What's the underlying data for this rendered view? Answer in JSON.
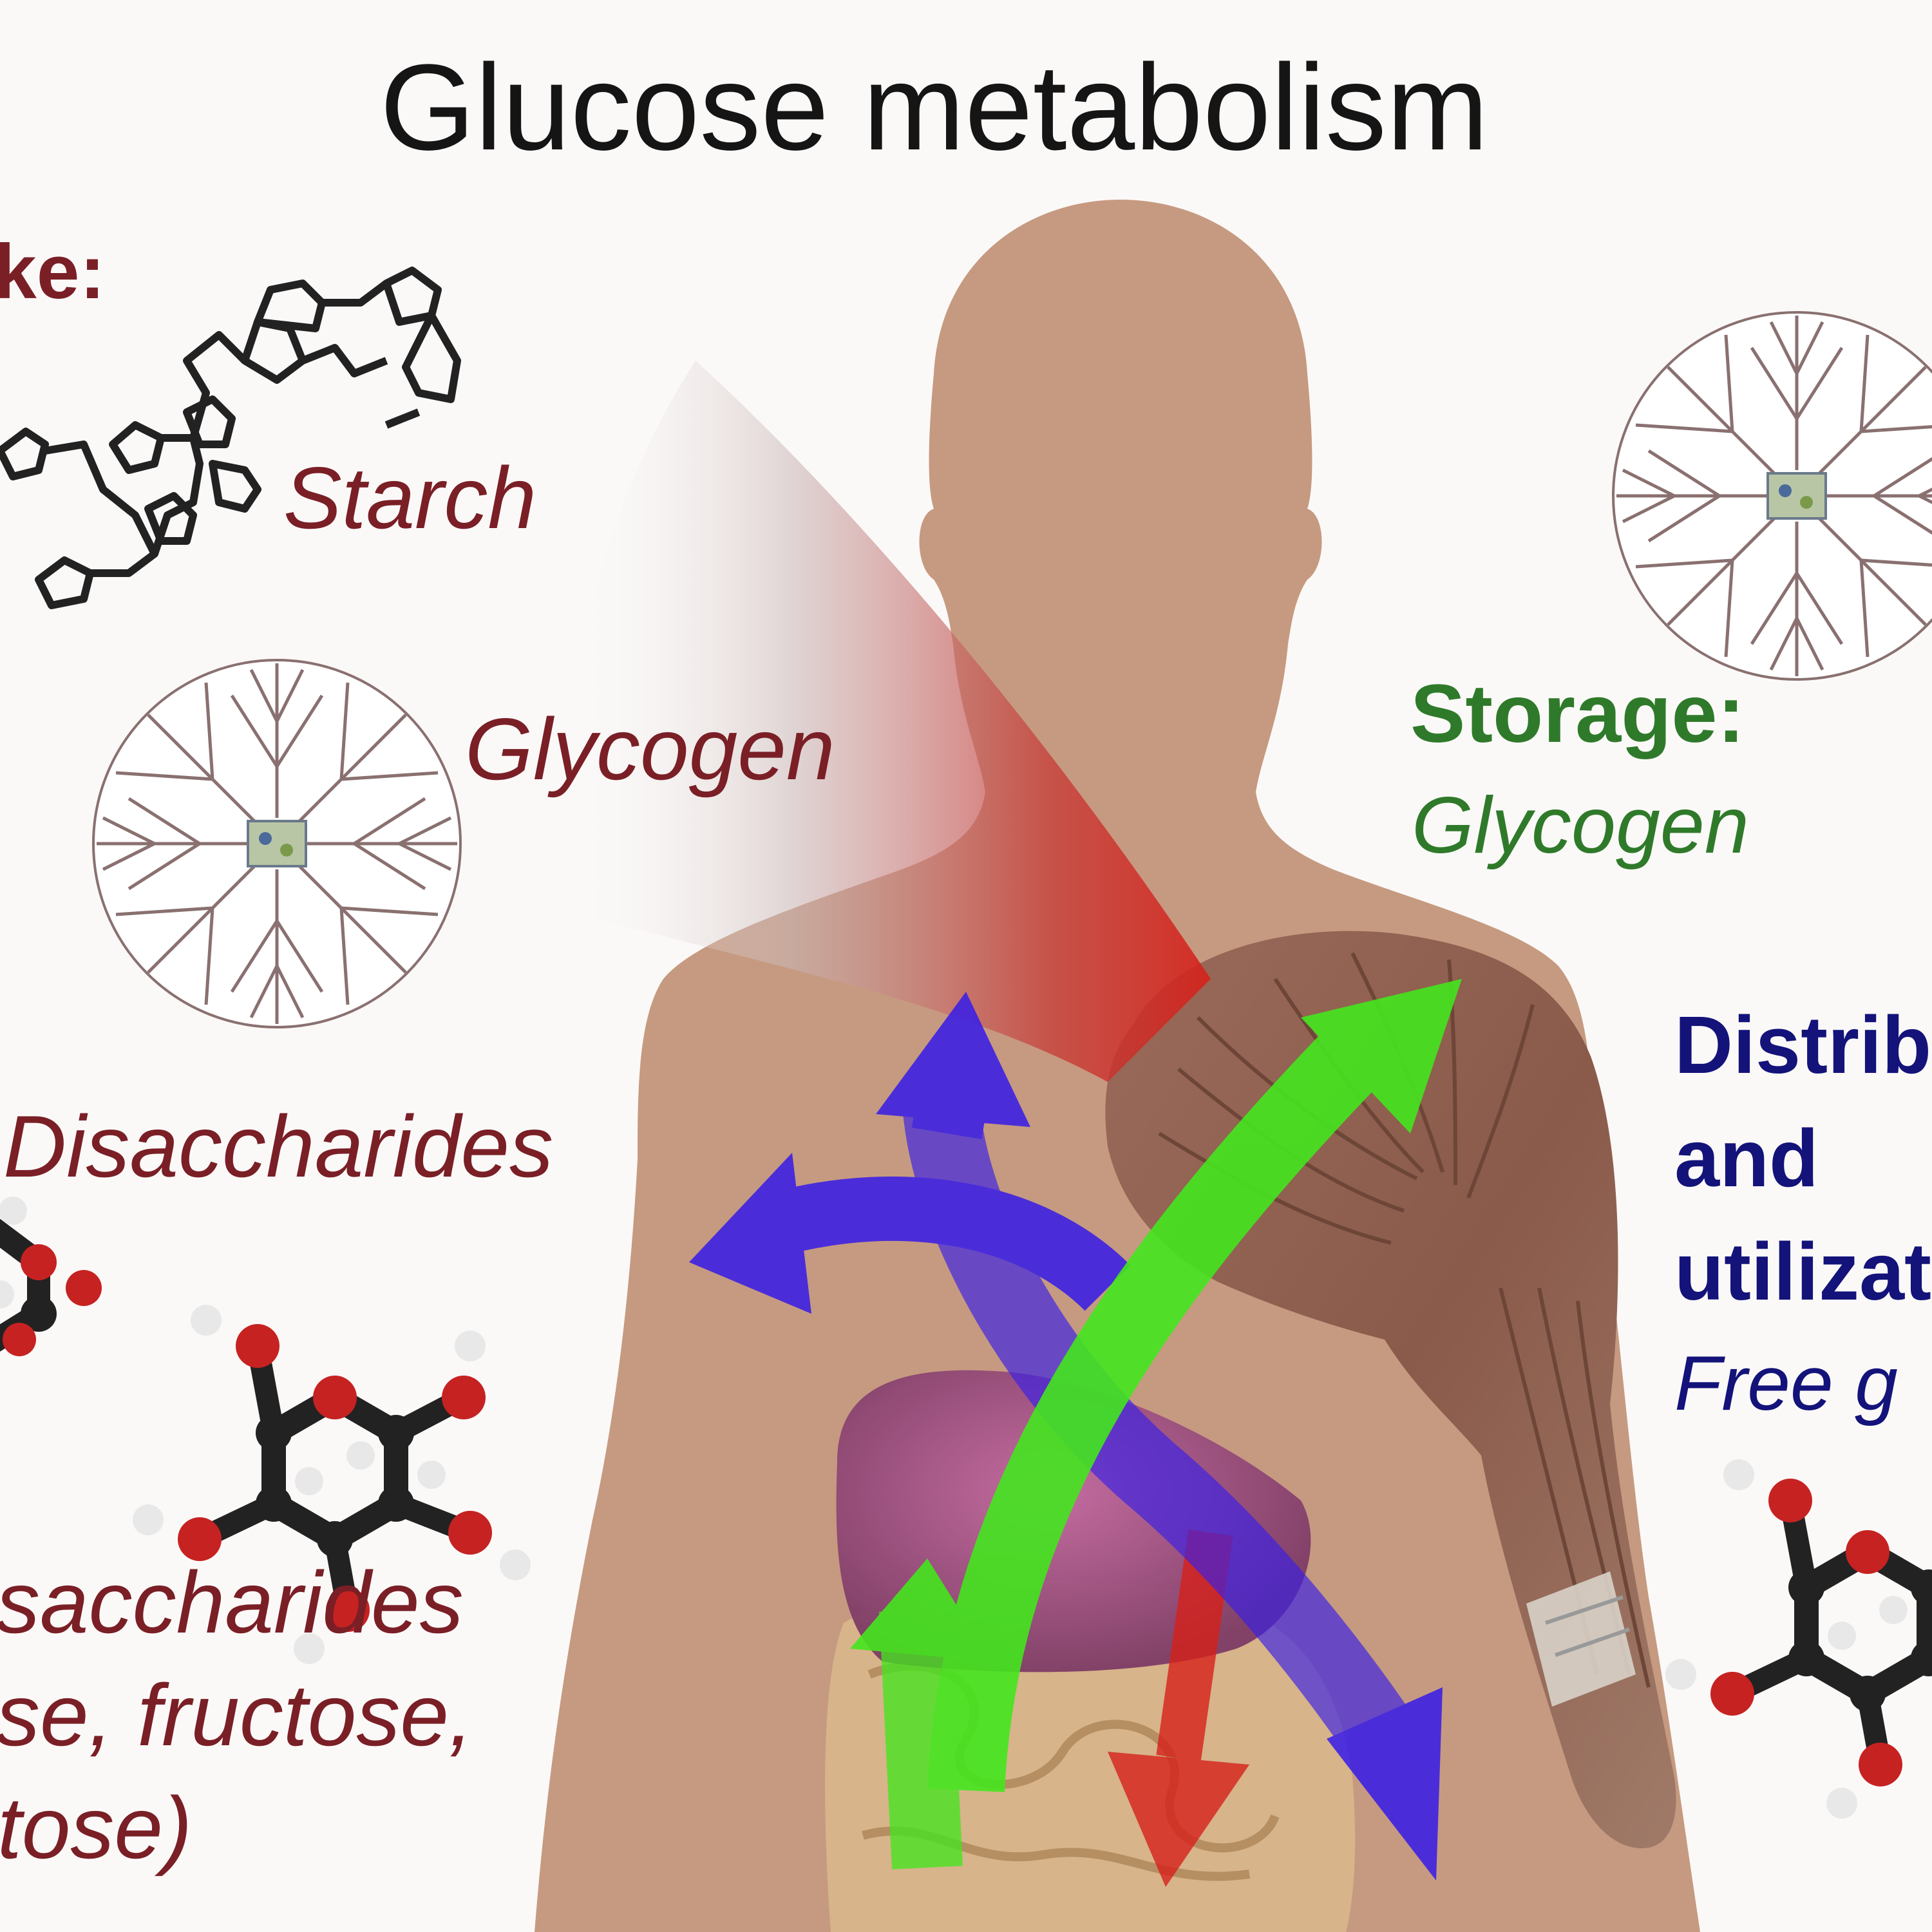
{
  "title": "Glucose metabolism",
  "intake": {
    "heading_partial": "ke:",
    "starch": "Starch",
    "glycogen": "Glycogen",
    "disaccharides": "Disaccharides",
    "monosaccharides_partial": "saccharides",
    "examples_line1_partial": "se, fructose,",
    "examples_line2_partial": "tose)"
  },
  "storage": {
    "heading": "Storage:",
    "label": "Glycogen"
  },
  "distribution": {
    "line1_partial": "Distrib",
    "line2": "and",
    "line3_partial": "utilizat",
    "line4_partial": "Free g"
  },
  "colors": {
    "intake": "#7a1f26",
    "storage": "#2f7a2a",
    "distribution": "#13137a",
    "body_silhouette": "#c69a80",
    "arrow_blue": "#3a1fe6",
    "arrow_green": "#44e61e",
    "arrow_red": "#d6211a"
  },
  "icons": [
    "starch-molecule-icon",
    "glycogen-molecule-icon",
    "disaccharide-molecule-icon",
    "glucose-molecule-icon",
    "human-body-icon",
    "muscle-arm-icon",
    "liver-icon",
    "intestine-icon"
  ]
}
